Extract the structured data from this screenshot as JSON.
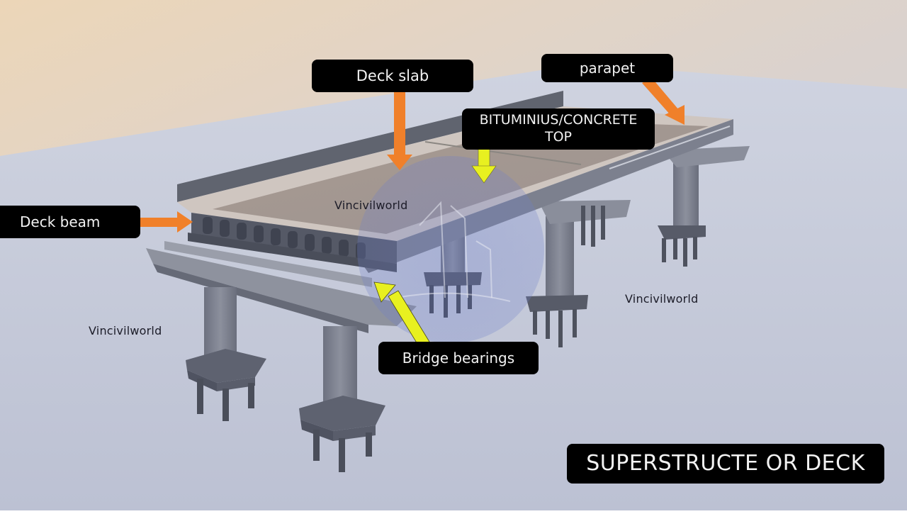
{
  "diagram": {
    "title": "SUPERSTRUCTE OR DECK",
    "labels": {
      "deck_slab": "Deck slab",
      "parapet": "parapet",
      "bituminous_top": "BITUMINIUS/CONCRETE TOP",
      "bituminous_top_line1": "BITUMINIUS/CONCRETE",
      "bituminous_top_line2": "TOP",
      "deck_beam": "Deck beam",
      "bridge_bearings": "Bridge bearings"
    },
    "watermarks": [
      "Vincivilworld",
      "Vincivilworld",
      "Vincivilworld"
    ],
    "colors": {
      "label_bg": "#000000",
      "label_text": "#f2f2f2",
      "arrow_orange": "#f0802a",
      "arrow_yellow": "#e8f020",
      "sky_top": "#e9d6bd",
      "ground": "#c4c8d8",
      "concrete": "#8a8e9c",
      "wearing_surface": "#a69c98"
    }
  }
}
